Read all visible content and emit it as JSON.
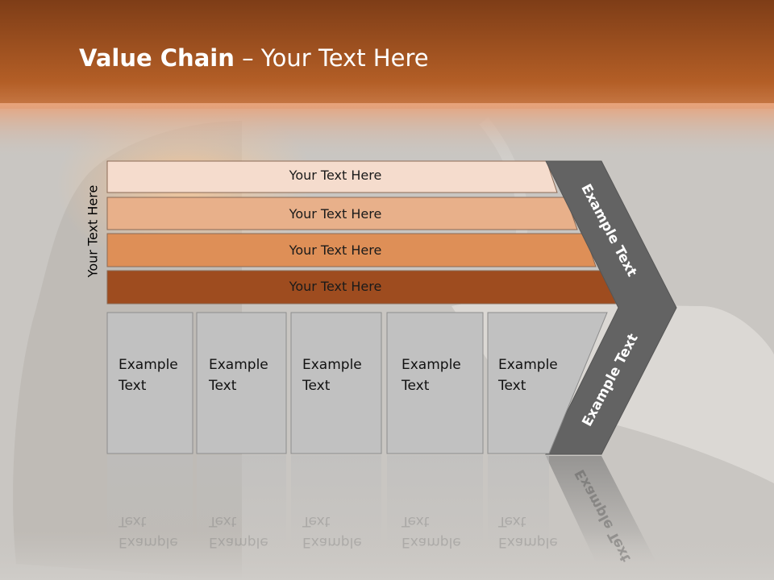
{
  "title": {
    "bold": "Value Chain",
    "rest": " – Your Text Here"
  },
  "side_label": "Your Text Here",
  "rows": [
    {
      "text": "Your Text Here",
      "color": "#f5dccd"
    },
    {
      "text": "Your Text Here",
      "color": "#e8b08a"
    },
    {
      "text": "Your Text Here",
      "color": "#de8f57"
    },
    {
      "text": "Your Text Here",
      "color": "#9e4c1f"
    }
  ],
  "boxes": [
    {
      "line1": "Example",
      "line2": "Text"
    },
    {
      "line1": "Example",
      "line2": "Text"
    },
    {
      "line1": "Example",
      "line2": "Text"
    },
    {
      "line1": "Example",
      "line2": "Text"
    },
    {
      "line1": "Example",
      "line2": "Text"
    }
  ],
  "chevron": {
    "upper": "Example Text",
    "lower": "Example Text"
  },
  "colors": {
    "header_dark": "#7e3d17",
    "header_mid": "#b35e26",
    "chevron": "#636363",
    "box": "#c1c1c1"
  }
}
